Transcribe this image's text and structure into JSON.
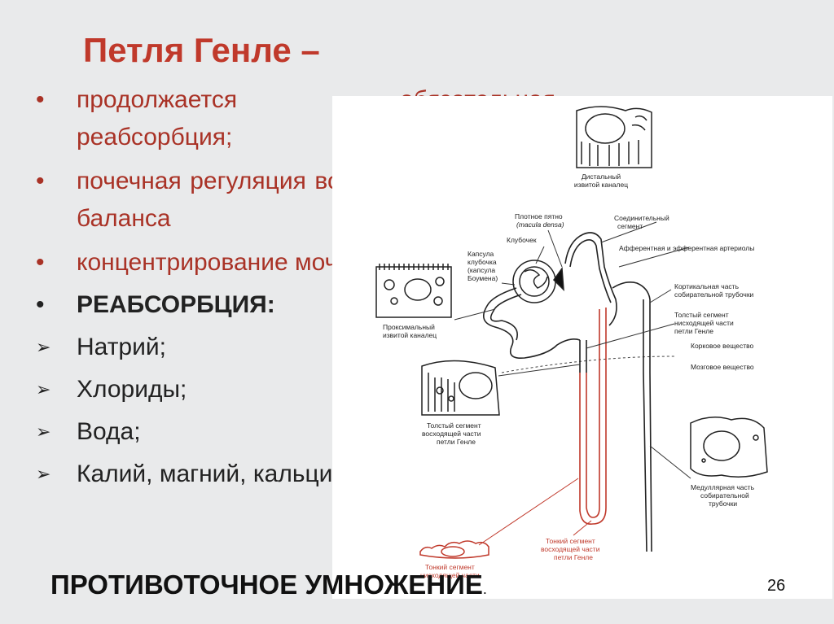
{
  "slide": {
    "title": "Петля Генле –",
    "page_number": "26",
    "footer": "ПРОТИВОТОЧНОЕ УМНОЖЕНИЕ",
    "footer_dot": "."
  },
  "bullets": [
    {
      "marker": "•",
      "text": "продолжается обязательная реабсорбция;"
    },
    {
      "marker": "•",
      "text": "почечная регуляция водно-осмотического баланса"
    },
    {
      "marker": "•",
      "text": "концентрирование мочи"
    },
    {
      "marker": "•",
      "text": "РЕАБСОРБЦИЯ:"
    },
    {
      "marker": "➢",
      "text": "Натрий;"
    },
    {
      "marker": "➢",
      "text": "Хлориды;"
    },
    {
      "marker": "➢",
      "text": "Вода;"
    },
    {
      "marker": "➢",
      "text": "Калий, магний, кальций."
    }
  ],
  "diagram": {
    "labels": {
      "distal_1": "Дистальный",
      "distal_2": "извитой каналец",
      "macula_1": "Плотное пятно",
      "macula_2": "(macula densa)",
      "glomerulus": "Клубочек",
      "capsule_1": "Капсула",
      "capsule_2": "клубочка",
      "capsule_3": "(капсула",
      "capsule_4": "Боумена)",
      "connecting_1": "Соединительный",
      "connecting_2": "сегмент",
      "arterioles": "Афферентная и эфферентная артериолы",
      "cortical_1": "Кортикальная часть",
      "cortical_2": "собирательной трубочки",
      "thick_desc_1": "Толстый сегмент",
      "thick_desc_2": "нисходящей части",
      "thick_desc_3": "петли Генле",
      "cortex": "Корковое вещество",
      "medulla": "Мозговое вещество",
      "proximal_1": "Проксимальный",
      "proximal_2": "извитой каналец",
      "thick_asc_1": "Толстый сегмент",
      "thick_asc_2": "восходящей части",
      "thick_asc_3": "петли Генле",
      "medullary_1": "Медуллярная часть",
      "medullary_2": "собирательной",
      "medullary_3": "трубочки",
      "thin_asc_1": "Тонкий сегмент",
      "thin_asc_2": "восходящей части",
      "thin_asc_3": "петли Генле",
      "thin_desc_1": "Тонкий сегмент",
      "thin_desc_2": "нисходящей части"
    },
    "colors": {
      "accent_red": "#c0392b",
      "line": "#222222",
      "panel": "#ffffff"
    }
  }
}
